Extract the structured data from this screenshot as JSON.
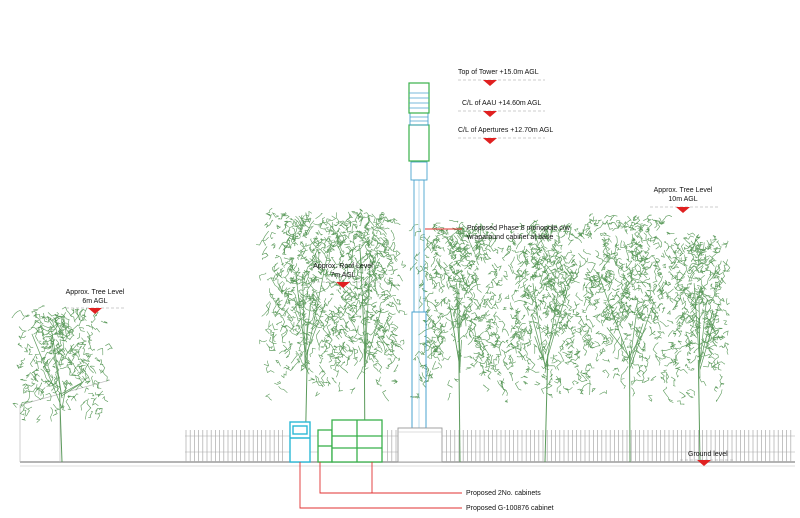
{
  "levels": {
    "top_of_tower": "Top of Tower +15.0m AGL",
    "aau": "C/L of AAU +14.60m AGL",
    "apertures": "C/L of Apertures +12.70m AGL",
    "tree_right": [
      "Approx. Tree Level",
      "10m AGL"
    ],
    "roof": [
      "Approx. Roof Level",
      "7m AGL"
    ],
    "tree_left": [
      "Approx. Tree Level",
      "6m AGL"
    ],
    "ground": "Ground level"
  },
  "callouts": {
    "monopole": [
      "Proposed Phase 8 monopole c/w",
      "wraparound cabinet at base"
    ],
    "cabinets": "Proposed 2No. cabinets",
    "g_cabinet": "Proposed G-100876 cabinet"
  },
  "colors": {
    "tree": "#5b9a5b",
    "tower": "#4aa3cf",
    "cabinet": "#38b04a",
    "g_cabinet": "#2ab8d6",
    "marker": "#e02020",
    "leader": "#e03030",
    "line": "#999999"
  }
}
